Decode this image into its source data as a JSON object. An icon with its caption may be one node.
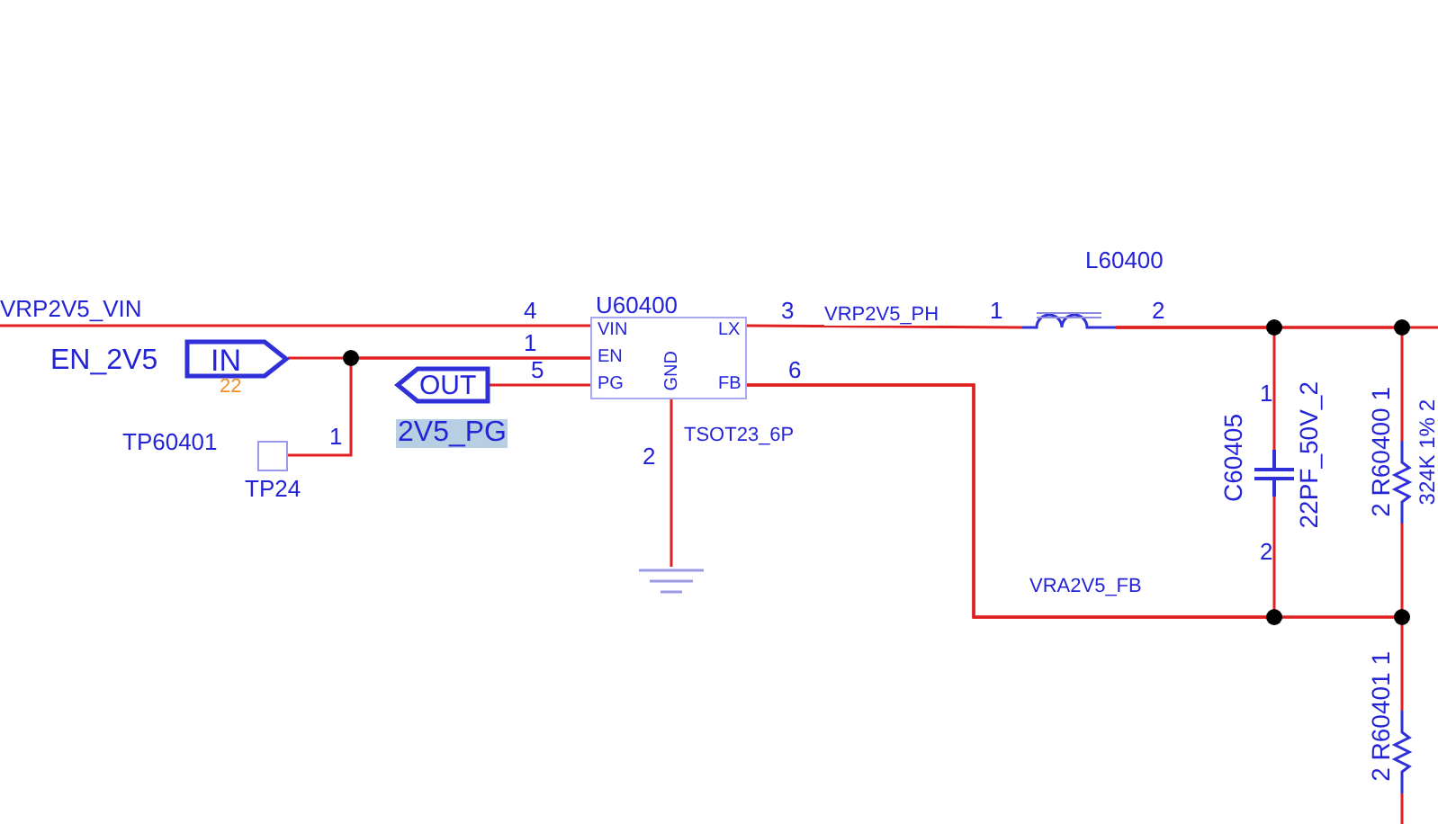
{
  "diagram": {
    "nodes": [
      {
        "text": [
          "IN"
        ],
        "beside": [
          "EN_2V5",
          "22"
        ]
      },
      {
        "text": [
          "OUT"
        ],
        "beside": [
          "2V5_PG"
        ]
      },
      {
        "text": [],
        "shape": "box",
        "beside": [
          "TP60401",
          "TP24"
        ]
      },
      {
        "text": [
          "U60400",
          "VIN",
          "EN",
          "PG",
          "GND",
          "LX",
          "FB"
        ],
        "beside": [
          "TSOT23_6P"
        ]
      },
      {
        "text": [],
        "shape": "inductor",
        "beside": [
          "L60400"
        ]
      },
      {
        "text": [],
        "shape": "capacitor",
        "beside": [
          "C60405",
          "22PF_50V_2"
        ]
      },
      {
        "text": [],
        "shape": "resistor",
        "beside": [
          "2 R60400 1",
          "324K 1% 2"
        ]
      },
      {
        "text": [],
        "shape": "resistor",
        "beside": [
          "2 R60401 1"
        ]
      },
      {
        "text": [],
        "shape": "ground"
      }
    ],
    "edges": [
      {
        "from": null,
        "to": 3,
        "arrow": "none",
        "label": "VRP2V5_VIN"
      },
      {
        "from": 0,
        "to": 3,
        "arrow": "none"
      },
      {
        "from": 2,
        "to": 3,
        "arrow": "none"
      },
      {
        "from": 3,
        "to": 1,
        "arrow": "none"
      },
      {
        "from": 3,
        "to": 4,
        "arrow": "none",
        "label": "VRP2V5_PH"
      },
      {
        "from": 4,
        "to": 5,
        "arrow": "none"
      },
      {
        "from": 4,
        "to": 6,
        "arrow": "none"
      },
      {
        "from": 4,
        "to": null,
        "arrow": "none"
      },
      {
        "from": 3,
        "to": 5,
        "arrow": "none",
        "label": "VRA2V5_FB"
      },
      {
        "from": 3,
        "to": 6,
        "arrow": "none"
      },
      {
        "from": 3,
        "to": 7,
        "arrow": "none"
      },
      {
        "from": 3,
        "to": 8,
        "arrow": "none"
      },
      {
        "from": 7,
        "to": null,
        "arrow": "none"
      }
    ],
    "labels": [
      "4",
      "1",
      "5",
      "3",
      "1",
      "2",
      "6",
      "1",
      "2",
      "1",
      "2"
    ]
  }
}
